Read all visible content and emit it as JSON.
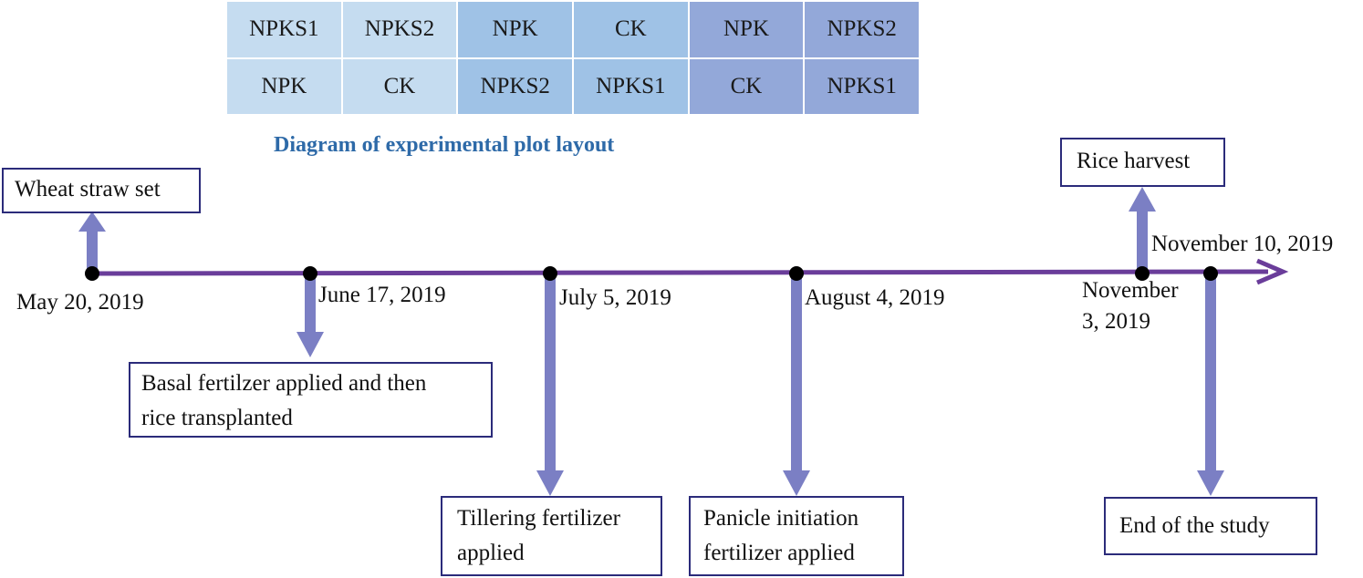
{
  "plot_layout": {
    "rows": [
      [
        "NPKS1",
        "NPKS2",
        "NPK",
        "CK",
        "NPK",
        "NPKS2"
      ],
      [
        "NPK",
        "CK",
        "NPKS2",
        "NPKS1",
        "CK",
        "NPKS1"
      ]
    ],
    "caption": "Diagram of experimental plot layout"
  },
  "colors": {
    "block1": "#c5dcf0",
    "block2": "#9fc2e6",
    "block3": "#93a8d9",
    "axis": "#6a3d9a",
    "arrow": "#7b7fc4",
    "caption": "#2e6aa8"
  },
  "events": {
    "e1": {
      "date": "May 20, 2019",
      "label": "Wheat straw set"
    },
    "e2": {
      "date": "June 17, 2019",
      "label_line1": "Basal fertilzer applied and then",
      "label_line2": "rice transplanted"
    },
    "e3": {
      "date": "July 5, 2019",
      "label_line1": "Tillering fertilizer",
      "label_line2": "applied"
    },
    "e4": {
      "date": "August 4, 2019",
      "label_line1": "Panicle initiation",
      "label_line2": "fertilizer applied"
    },
    "e5": {
      "date_line1": "November",
      "date_line2": "3, 2019",
      "label": "Rice harvest"
    },
    "e6": {
      "date": "November 10, 2019",
      "label": "End of the study"
    }
  }
}
